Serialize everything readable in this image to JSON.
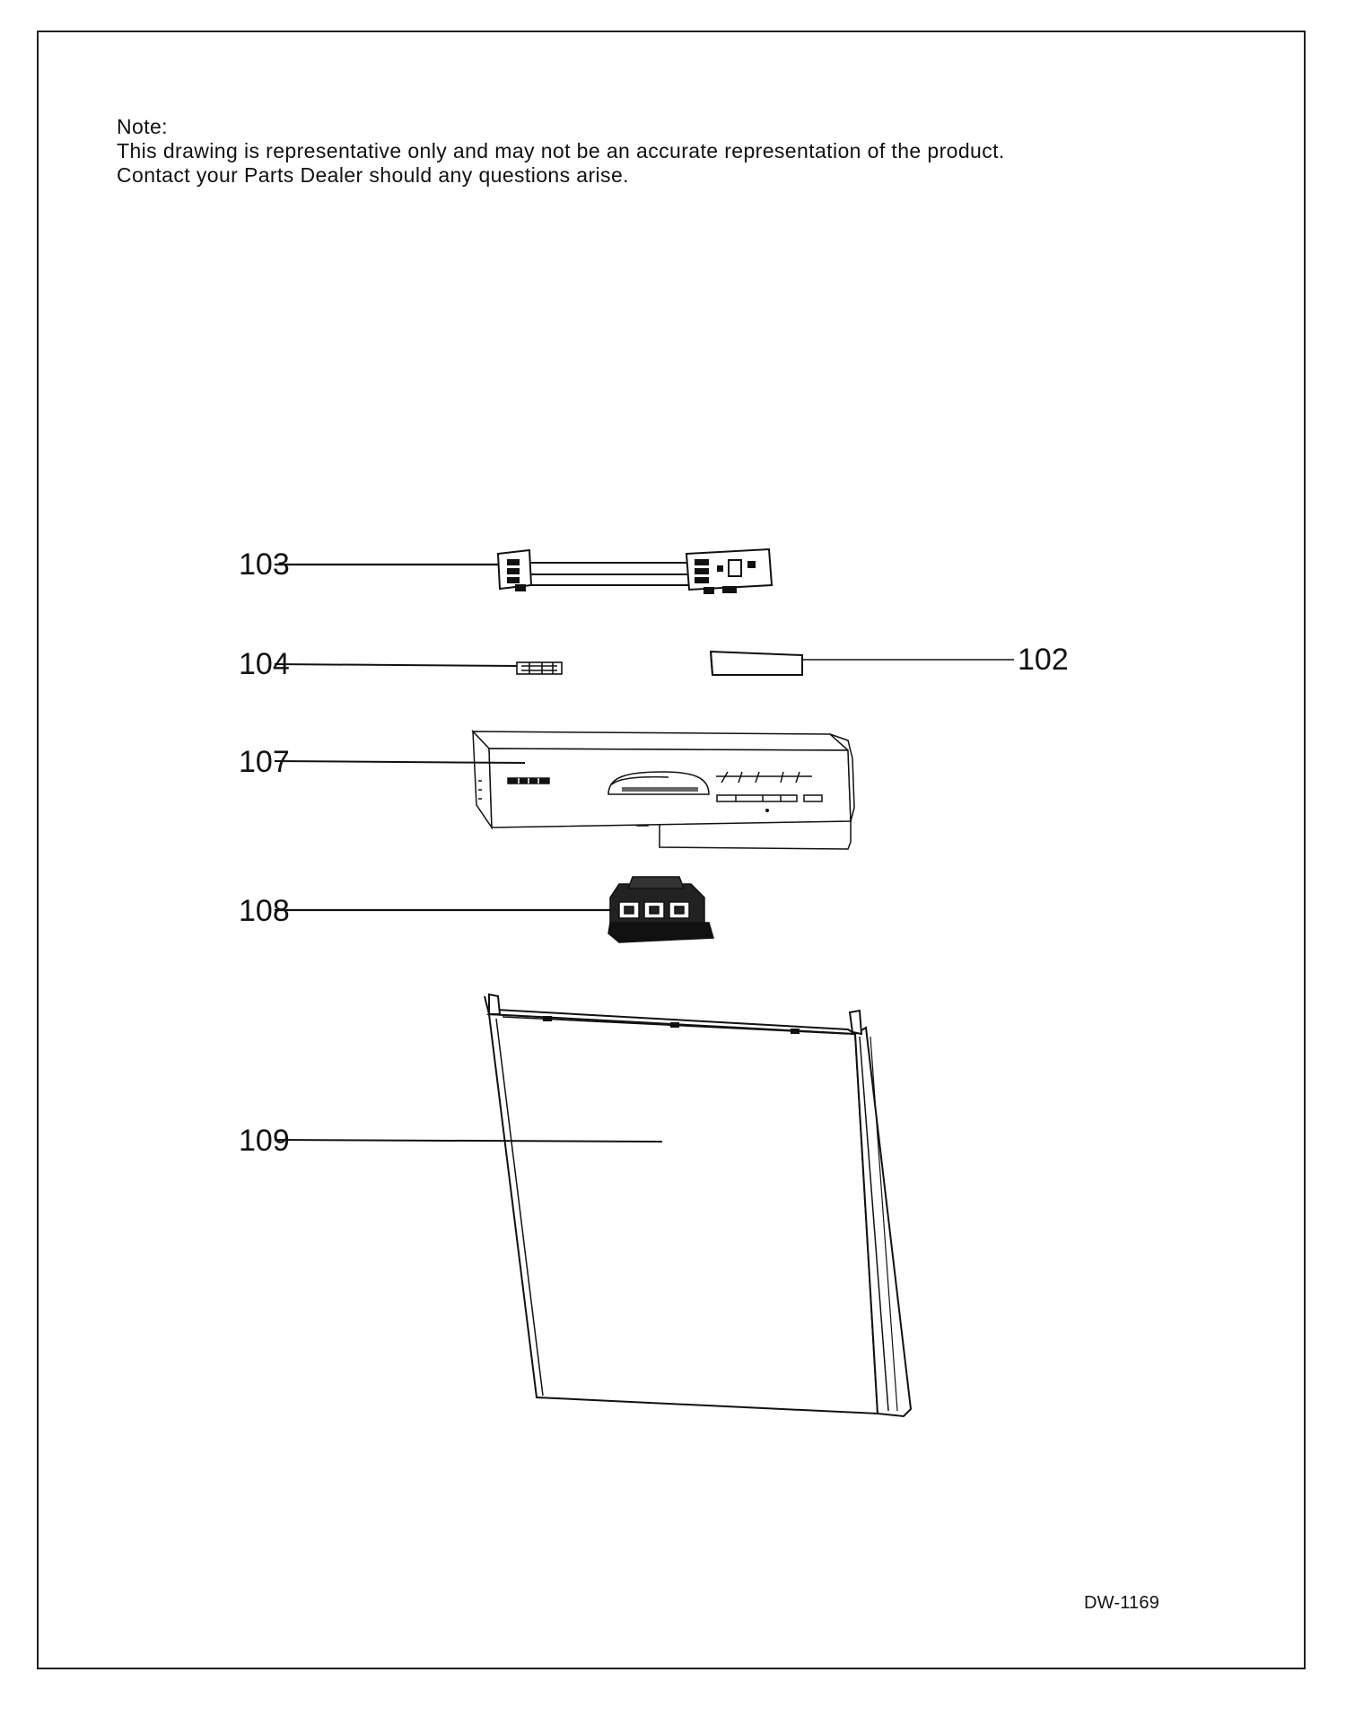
{
  "note": {
    "heading": "Note:",
    "line1": "This drawing is representative only and may not be an accurate representation of the product.",
    "line2": "Contact your Parts Dealer should any questions arise."
  },
  "callouts": {
    "c103": "103",
    "c104": "104",
    "c102": "102",
    "c107": "107",
    "c108": "108",
    "c109": "109"
  },
  "drawing_code": "DW-1169"
}
